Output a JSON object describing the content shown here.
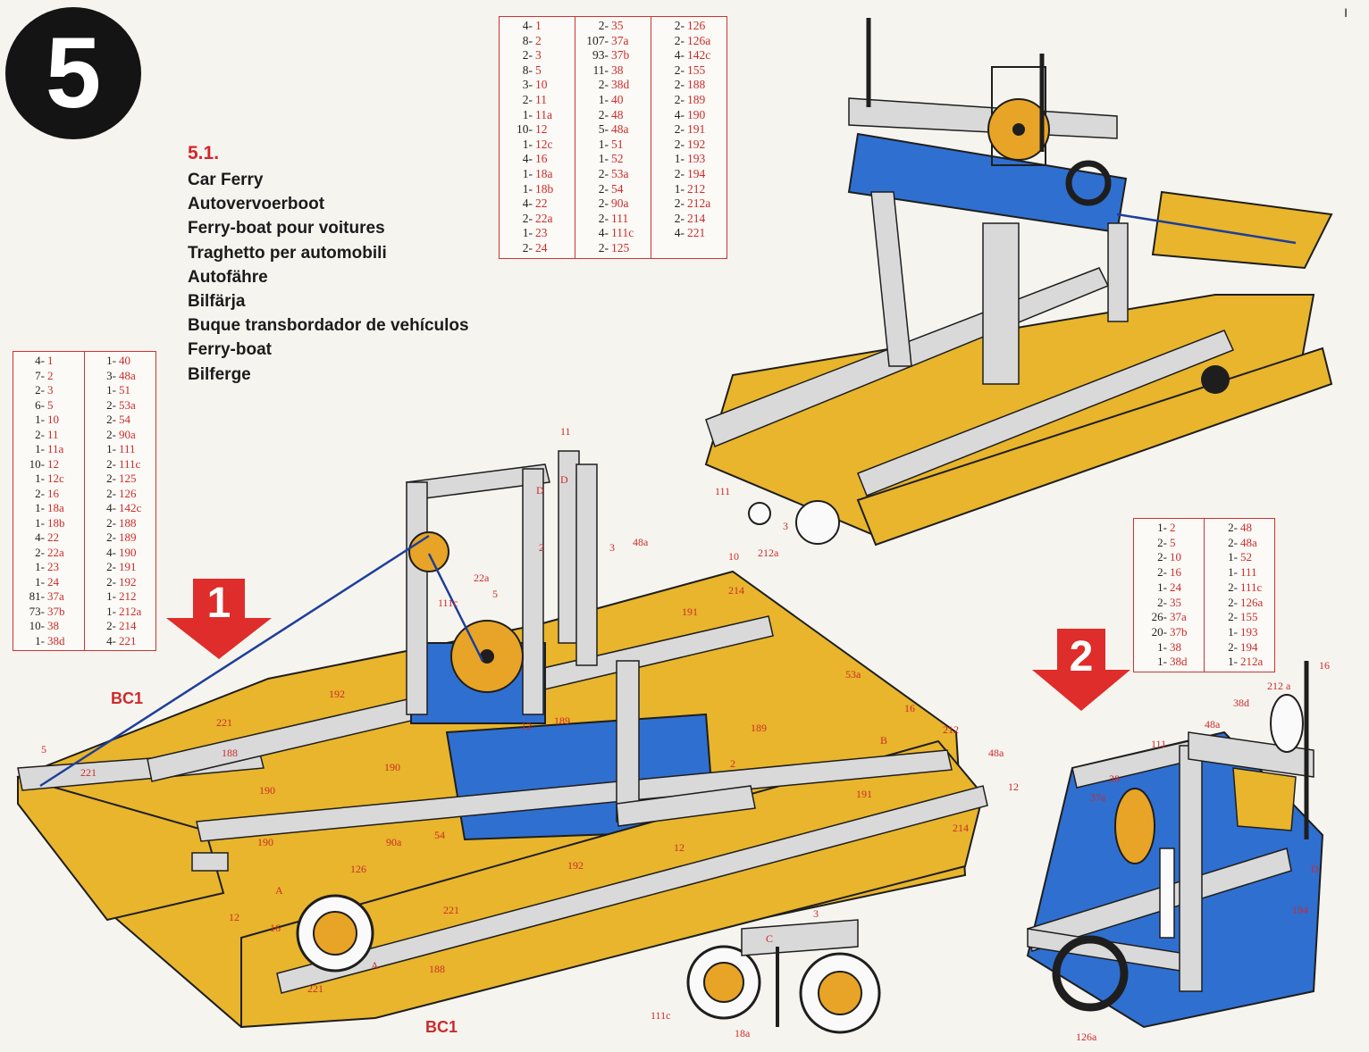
{
  "page_marker": "I",
  "step_number": "5",
  "model": {
    "number": "5.1.",
    "names": [
      "Car Ferry",
      "Autovervoerboot",
      "Ferry-boat pour voitures",
      "Traghetto per automobili",
      "Autofähre",
      "Bilfärja",
      "Buque transbordador de vehículos",
      "Ferry-boat",
      "Bilferge"
    ]
  },
  "parts_lists": {
    "top": [
      [
        [
          "4-",
          "1"
        ],
        [
          "8-",
          "2"
        ],
        [
          "2-",
          "3"
        ],
        [
          "8-",
          "5"
        ],
        [
          "3-",
          "10"
        ],
        [
          "2-",
          "11"
        ],
        [
          "1-",
          "11a"
        ],
        [
          "10-",
          "12"
        ],
        [
          "1-",
          "12c"
        ],
        [
          "4-",
          "16"
        ],
        [
          "1-",
          "18a"
        ],
        [
          "1-",
          "18b"
        ],
        [
          "4-",
          "22"
        ],
        [
          "2-",
          "22a"
        ],
        [
          "1-",
          "23"
        ],
        [
          "2-",
          "24"
        ]
      ],
      [
        [
          "2-",
          "35"
        ],
        [
          "107-",
          "37a"
        ],
        [
          "93-",
          "37b"
        ],
        [
          "11-",
          "38"
        ],
        [
          "2-",
          "38d"
        ],
        [
          "1-",
          "40"
        ],
        [
          "2-",
          "48"
        ],
        [
          "5-",
          "48a"
        ],
        [
          "1-",
          "51"
        ],
        [
          "1-",
          "52"
        ],
        [
          "2-",
          "53a"
        ],
        [
          "2-",
          "54"
        ],
        [
          "2-",
          "90a"
        ],
        [
          "2-",
          "111"
        ],
        [
          "4-",
          "111c"
        ],
        [
          "2-",
          "125"
        ]
      ],
      [
        [
          "2-",
          "126"
        ],
        [
          "2-",
          "126a"
        ],
        [
          "4-",
          "142c"
        ],
        [
          "2-",
          "155"
        ],
        [
          "2-",
          "188"
        ],
        [
          "2-",
          "189"
        ],
        [
          "4-",
          "190"
        ],
        [
          "2-",
          "191"
        ],
        [
          "2-",
          "192"
        ],
        [
          "1-",
          "193"
        ],
        [
          "2-",
          "194"
        ],
        [
          "1-",
          "212"
        ],
        [
          "2-",
          "212a"
        ],
        [
          "2-",
          "214"
        ],
        [
          "4-",
          "221"
        ]
      ]
    ],
    "left": [
      [
        [
          "4-",
          "1"
        ],
        [
          "7-",
          "2"
        ],
        [
          "2-",
          "3"
        ],
        [
          "6-",
          "5"
        ],
        [
          "1-",
          "10"
        ],
        [
          "2-",
          "11"
        ],
        [
          "1-",
          "11a"
        ],
        [
          "10-",
          "12"
        ],
        [
          "1-",
          "12c"
        ],
        [
          "2-",
          "16"
        ],
        [
          "1-",
          "18a"
        ],
        [
          "1-",
          "18b"
        ],
        [
          "4-",
          "22"
        ],
        [
          "2-",
          "22a"
        ],
        [
          "1-",
          "23"
        ],
        [
          "1-",
          "24"
        ],
        [
          "81-",
          "37a"
        ],
        [
          "73-",
          "37b"
        ],
        [
          "10-",
          "38"
        ],
        [
          "1-",
          "38d"
        ]
      ],
      [
        [
          "1-",
          "40"
        ],
        [
          "3-",
          "48a"
        ],
        [
          "1-",
          "51"
        ],
        [
          "2-",
          "53a"
        ],
        [
          "2-",
          "54"
        ],
        [
          "2-",
          "90a"
        ],
        [
          "1-",
          "111"
        ],
        [
          "2-",
          "111c"
        ],
        [
          "2-",
          "125"
        ],
        [
          "2-",
          "126"
        ],
        [
          "4-",
          "142c"
        ],
        [
          "2-",
          "188"
        ],
        [
          "2-",
          "189"
        ],
        [
          "4-",
          "190"
        ],
        [
          "2-",
          "191"
        ],
        [
          "2-",
          "192"
        ],
        [
          "1-",
          "212"
        ],
        [
          "1-",
          "212a"
        ],
        [
          "2-",
          "214"
        ],
        [
          "4-",
          "221"
        ]
      ]
    ],
    "right": [
      [
        [
          "1-",
          "2"
        ],
        [
          "2-",
          "5"
        ],
        [
          "2-",
          "10"
        ],
        [
          "2-",
          "16"
        ],
        [
          "1-",
          "24"
        ],
        [
          "2-",
          "35"
        ],
        [
          "26-",
          "37a"
        ],
        [
          "20-",
          "37b"
        ],
        [
          "1-",
          "38"
        ],
        [
          "1-",
          "38d"
        ]
      ],
      [
        [
          "2-",
          "48"
        ],
        [
          "2-",
          "48a"
        ],
        [
          "1-",
          "52"
        ],
        [
          "1-",
          "111"
        ],
        [
          "2-",
          "111c"
        ],
        [
          "2-",
          "126a"
        ],
        [
          "2-",
          "155"
        ],
        [
          "1-",
          "193"
        ],
        [
          "2-",
          "194"
        ],
        [
          "1-",
          "212a"
        ]
      ]
    ]
  },
  "step_arrows": {
    "one": "1",
    "two": "2"
  },
  "callouts": {
    "c11": "11",
    "cD1": "D",
    "cD2": "D",
    "c2a": "2",
    "c3a": "3",
    "c48a1": "48a",
    "c214a": "214",
    "c22a": "22a",
    "c5a": "5",
    "c111c1": "111c",
    "c191a": "191",
    "c53a": "53a",
    "c192a": "192",
    "c221a": "221",
    "cBC1a": "BC1",
    "c5b": "5",
    "c221b": "221",
    "c188a": "188",
    "c190a": "190",
    "c190b": "190",
    "c12a": "12",
    "c189a": "189",
    "c189b": "189",
    "cB": "B",
    "c16a": "16",
    "c212a1": "212",
    "c48a2": "48a",
    "c12b": "12",
    "c2b": "2",
    "c191b": "191",
    "c214b": "214",
    "c54": "54",
    "c190c": "190",
    "c90a": "90a",
    "c126": "126",
    "cA1": "A",
    "c12c": "12",
    "c16b": "16",
    "c192b": "192",
    "c12d": "12",
    "c221c": "221",
    "c188b": "188",
    "cA2": "A",
    "c221d": "221",
    "cBC1b": "BC1",
    "c3b": "3",
    "cC": "C",
    "c111c2": "111c",
    "c18a": "18a",
    "c111top": "111",
    "c3top": "3",
    "c10top": "10",
    "c212atop": "212a",
    "c16r": "16",
    "c212ar": "212 a",
    "c38dr": "38d",
    "c48ar": "48a",
    "c111r": "111",
    "c38r": "38",
    "c37ar": "37a",
    "cDr": "D",
    "c194r": "194",
    "c126ar": "126a"
  }
}
